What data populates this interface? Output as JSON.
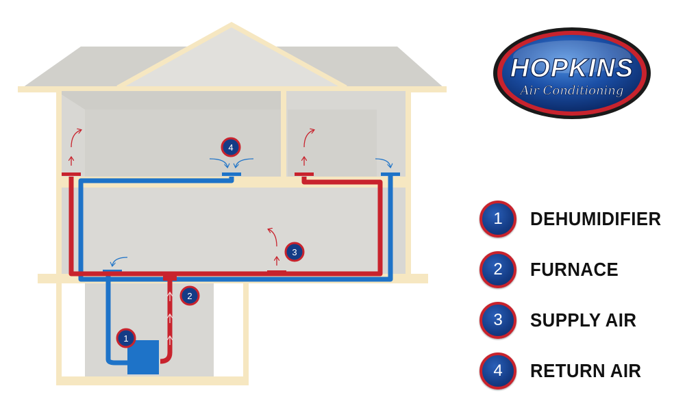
{
  "logo": {
    "name": "HOPKINS",
    "tagline": "Air Conditioning"
  },
  "diagram": {
    "markers": [
      {
        "number": "1"
      },
      {
        "number": "2"
      },
      {
        "number": "3"
      },
      {
        "number": "4"
      }
    ]
  },
  "legend": {
    "items": [
      {
        "number": "1",
        "label": "DEHUMIDIFIER"
      },
      {
        "number": "2",
        "label": "FURNACE"
      },
      {
        "number": "3",
        "label": "SUPPLY AIR"
      },
      {
        "number": "4",
        "label": "RETURN AIR"
      }
    ]
  },
  "colors": {
    "supply": "#c8232d",
    "return": "#1e73c8",
    "house_wall": "#f6e7c1",
    "house_interior": "#d8d7d3",
    "roof": "#d1d0cb",
    "badge_fill": "#143c86"
  }
}
